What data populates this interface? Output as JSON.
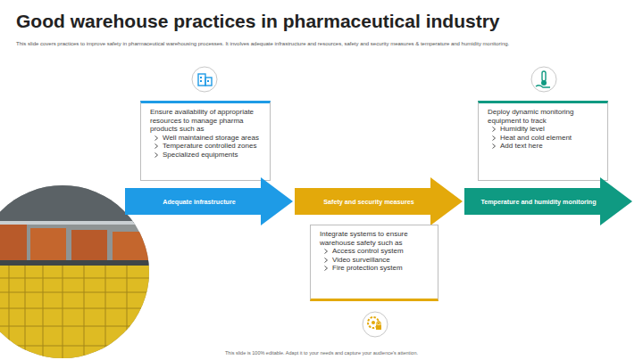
{
  "diagram": {
    "title": "Good warehouse practices in pharmaceutical industry",
    "nodes": [
      {
        "text": [
          "Ensure availability of appropriate resources to manage pharma products such as",
          "Well maintained storage areas",
          "Temperature controlled zones",
          "Specialized equipments"
        ]
      },
      {
        "text": [
          "Deploy dynamic monitoring equipment to track",
          "Humidity level",
          "Heat and cold element",
          "Add text here"
        ]
      },
      {
        "text": [
          "Adequate infrastructure"
        ]
      },
      {
        "text": [
          "Safety and security measures"
        ]
      },
      {
        "text": [
          "Temperature and humidity monitoring"
        ]
      },
      {
        "text": [
          "Integrate systems to ensure warehouse safety such as",
          "Access control system",
          "Video surveillance",
          "Fire protection system"
        ]
      }
    ],
    "labels": [
      "This slide covers practices to improve safety in pharmaceutical warehousing processes. It involves adequate infrastructure and resources, safety and security measures & temperature and humidity monitoring.",
      "This slide is 100% editable. Adapt it to your needs and capture your audience's attention."
    ]
  }
}
